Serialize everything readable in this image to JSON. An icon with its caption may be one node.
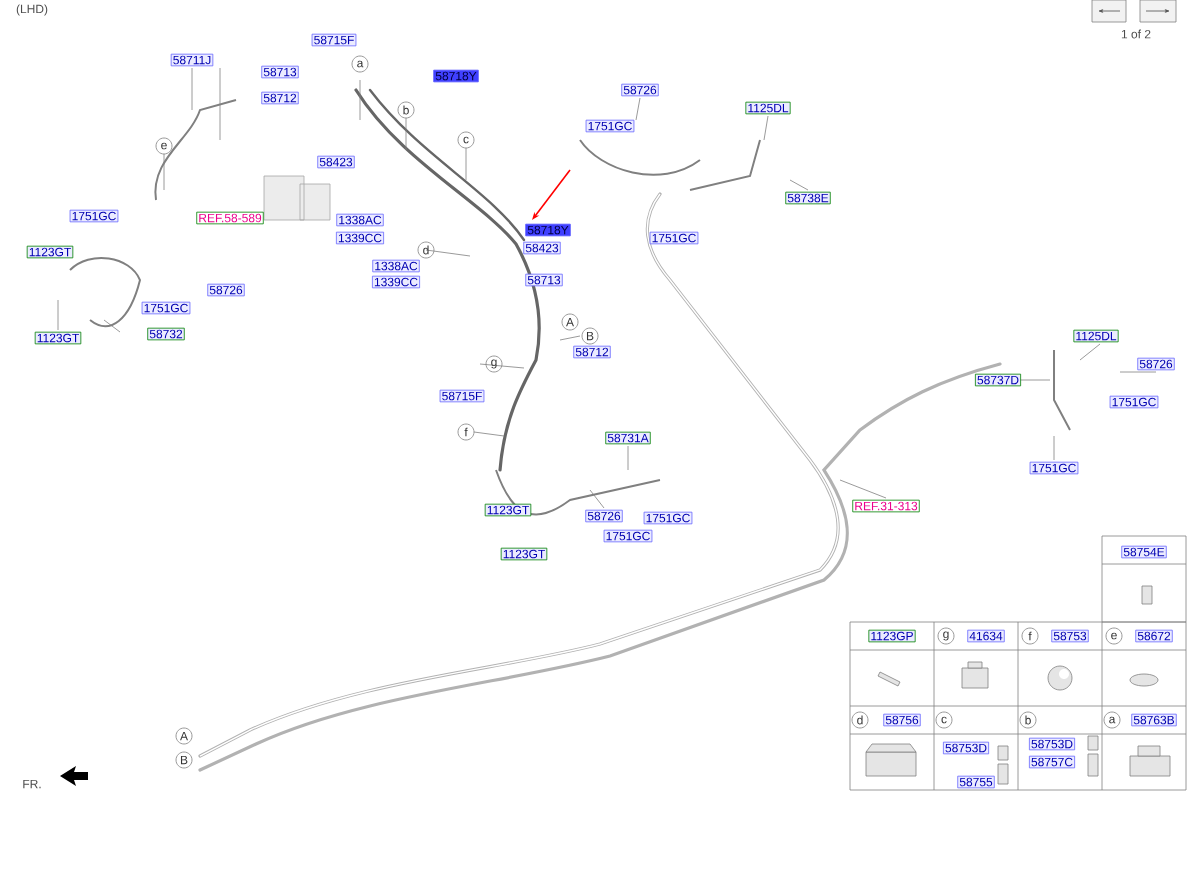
{
  "diagram": {
    "labels": [
      "(LHD)",
      "1 of 2",
      "58711J",
      "58715F",
      "58713",
      "58712",
      "58718Y",
      "a",
      "b",
      "c",
      "e",
      "58423",
      "REF.58-589",
      "1338AC",
      "1339CC",
      "58718Y",
      "d",
      "58423",
      "1338AC",
      "1339CC",
      "1751GC",
      "1123GT",
      "58713",
      "A",
      "B",
      "58712",
      "58726",
      "1751GC",
      "58732",
      "1123GT",
      "g",
      "58715F",
      "f",
      "58731A",
      "1123GT",
      "58726",
      "1751GC",
      "1751GC",
      "1123GT",
      "58726",
      "1125DL",
      "1751GC",
      "58738E",
      "1751GC",
      "1125DL",
      "58726",
      "58737D",
      "1751GC",
      "1751GC",
      "REF.31-313",
      "58754E",
      "1123GP",
      "g",
      "41634",
      "f",
      "58753",
      "e",
      "58672",
      "d",
      "58756",
      "c",
      "b",
      "a",
      "58763B",
      "58753D",
      "58755",
      "58753D",
      "58757C",
      "A",
      "B",
      "FR."
    ]
  }
}
